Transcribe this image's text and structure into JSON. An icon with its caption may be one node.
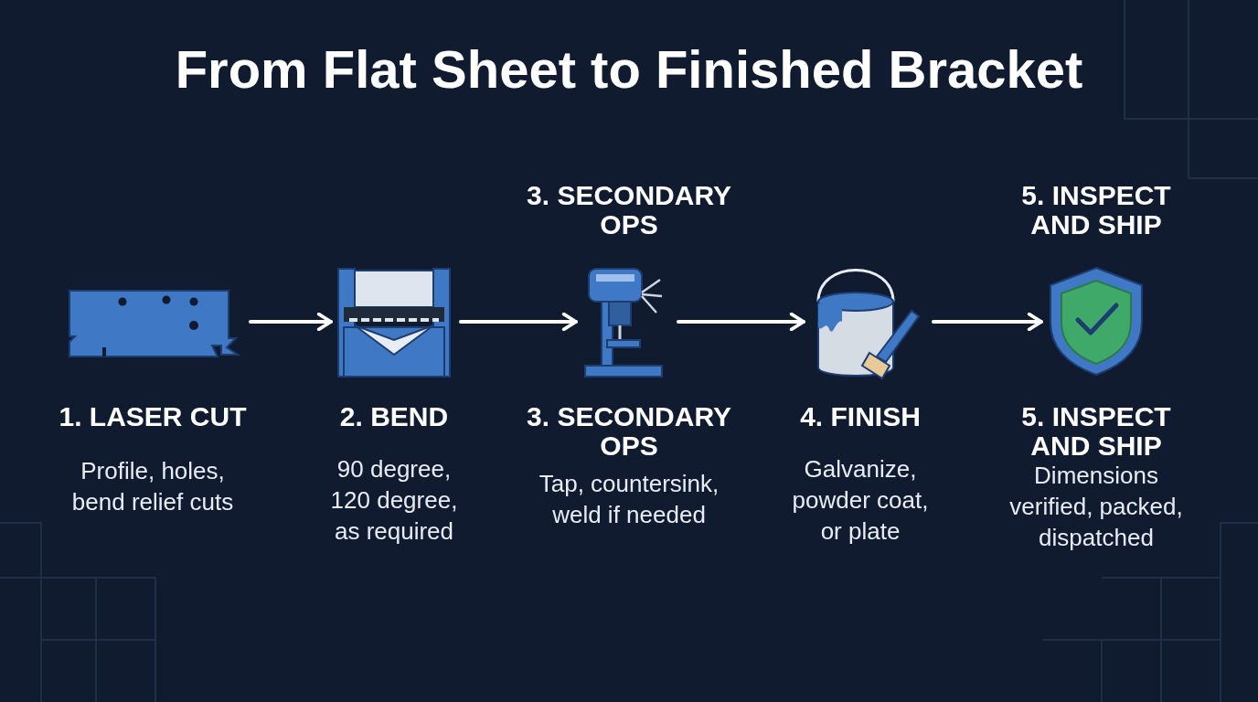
{
  "diagram": {
    "title": "From Flat Sheet to Finished Bracket",
    "nodes": [
      {
        "text": [],
        "shape": "picture",
        "beside": [
          "1. LASER CUT",
          "Profile, holes, bend relief cuts"
        ]
      },
      {
        "text": [],
        "shape": "picture",
        "beside": [
          "2. BEND",
          "90 degree, 120 degree, as required"
        ]
      },
      {
        "text": [],
        "shape": "picture",
        "beside": [
          "3. SECONDARY OPS",
          "3. SECONDARY OPS",
          "Tap, countersink, weld if needed"
        ]
      },
      {
        "text": [],
        "shape": "picture",
        "beside": [
          "4. FINISH",
          "Galvanize, powder coat, or plate"
        ]
      },
      {
        "text": [],
        "shape": "picture",
        "beside": [
          "5. INSPECT AND SHIP",
          "5. INSPECT AND SHIP",
          "Dimensions verified, packed, dispatched"
        ]
      }
    ],
    "edges": [
      {
        "from": 0,
        "to": 1,
        "arrow": "to"
      },
      {
        "from": 1,
        "to": 2,
        "arrow": "to"
      },
      {
        "from": 2,
        "to": 3,
        "arrow": "to"
      },
      {
        "from": 3,
        "to": 4,
        "arrow": "to"
      }
    ]
  }
}
